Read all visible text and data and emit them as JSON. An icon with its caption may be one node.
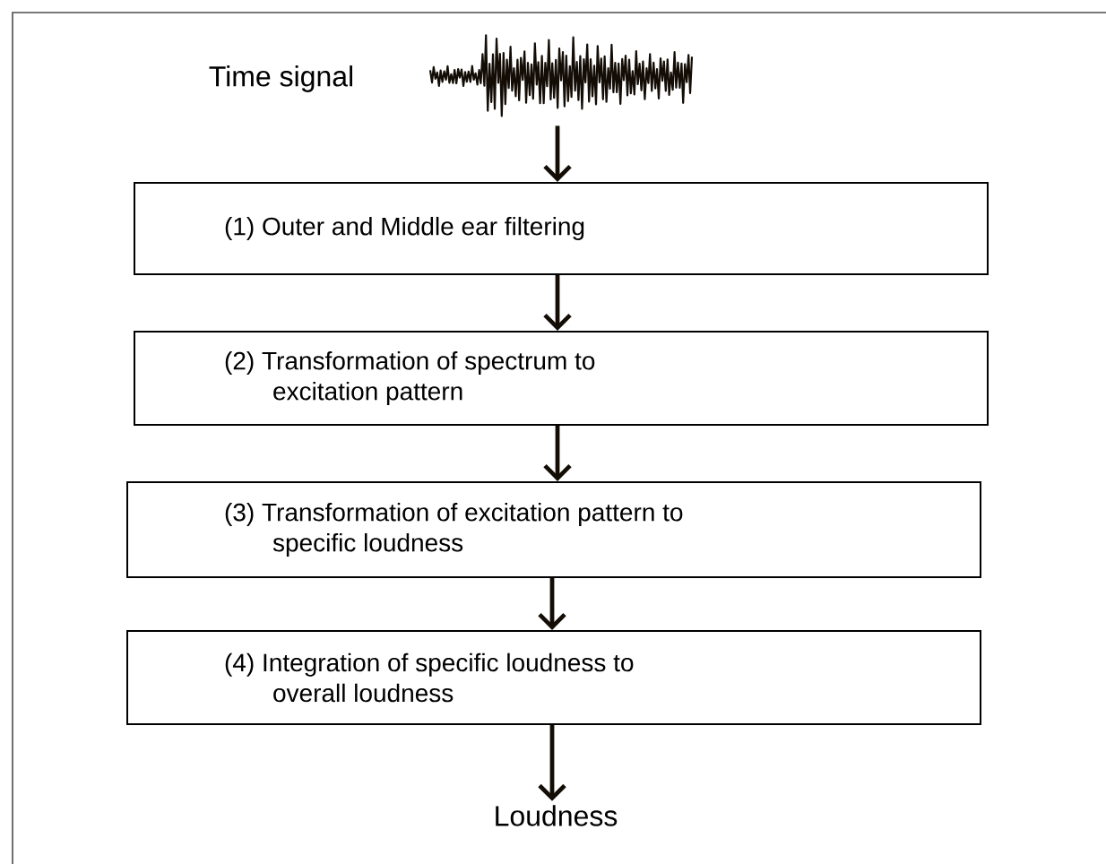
{
  "diagram": {
    "nodes": [
      {
        "text": [],
        "shape": "picture",
        "beside": [
          "Time signal"
        ]
      },
      {
        "text": [
          "(1) Outer and Middle ear filtering"
        ]
      },
      {
        "text": [
          "(2) Transformation of spectrum to excitation pattern"
        ]
      },
      {
        "text": [
          "(3) Transformation of excitation pattern to specific loudness"
        ]
      },
      {
        "text": [
          "(4) Integration of specific loudness to overall loudness"
        ]
      },
      {
        "text": [
          "Loudness"
        ]
      }
    ],
    "edges": [
      {
        "from": 0,
        "to": 1,
        "arrow": "to"
      },
      {
        "from": 1,
        "to": 2,
        "arrow": "to"
      },
      {
        "from": 2,
        "to": 3,
        "arrow": "to"
      },
      {
        "from": 3,
        "to": 4,
        "arrow": "to"
      },
      {
        "from": 4,
        "to": 5,
        "arrow": "to"
      }
    ]
  }
}
